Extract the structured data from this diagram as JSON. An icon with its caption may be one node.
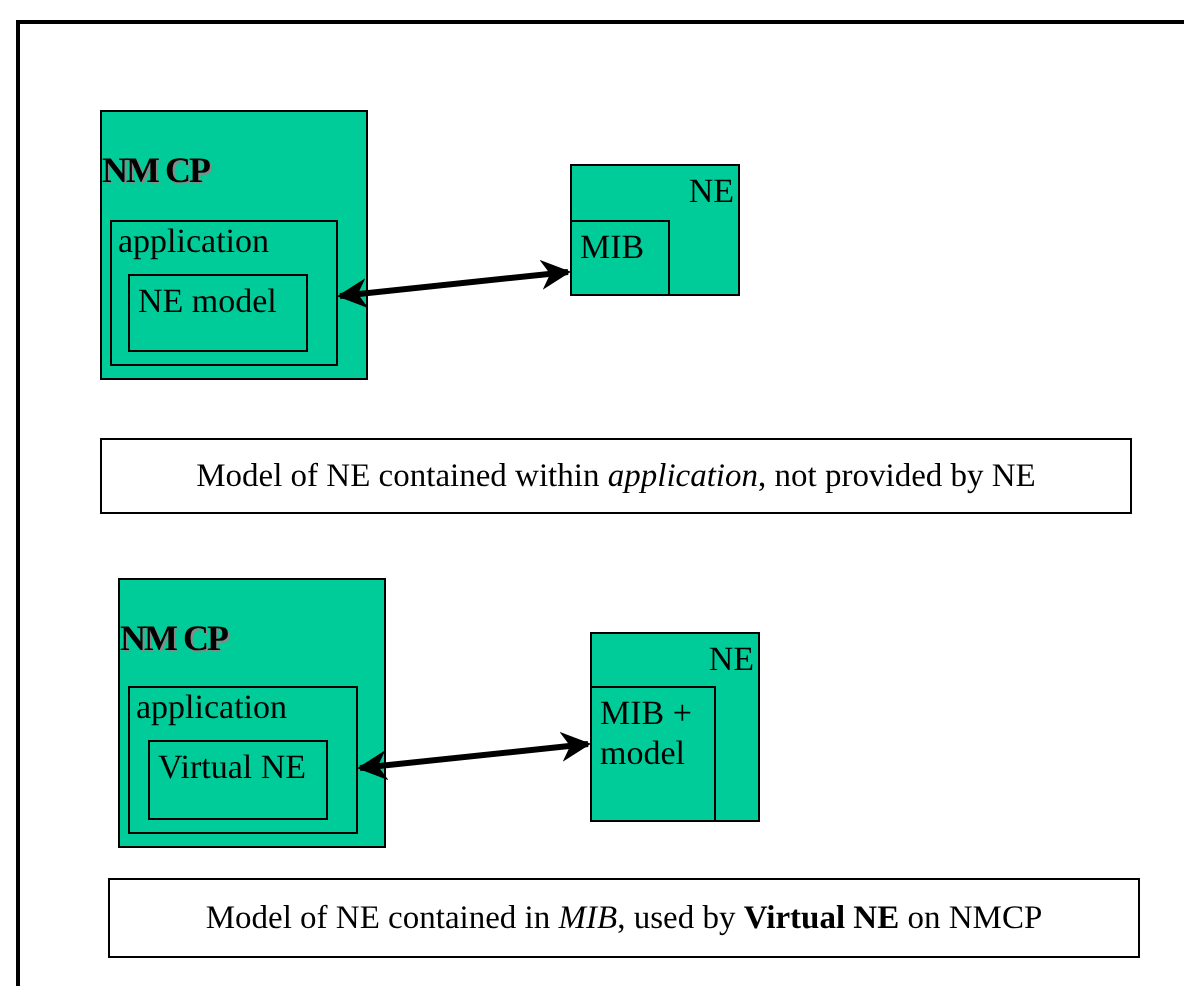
{
  "diagram": {
    "nodes": [
      {
        "text": [
          "NM CP"
        ]
      },
      {
        "text": [
          "application"
        ],
        "in": 0
      },
      {
        "text": [
          "NE model"
        ],
        "in": 1
      },
      {
        "text": [
          "NE"
        ]
      },
      {
        "text": [
          "MIB"
        ],
        "in": 3
      },
      {
        "text": [
          "Model of NE contained within *application*, not provided by NE"
        ]
      },
      {
        "text": [
          "NM CP"
        ]
      },
      {
        "text": [
          "application"
        ],
        "in": 6
      },
      {
        "text": [
          "Virtual NE"
        ],
        "in": 7
      },
      {
        "text": [
          "NE"
        ]
      },
      {
        "text": [
          "MIB + model"
        ],
        "in": 9
      },
      {
        "text": [
          "Model of NE contained in *MIB*, used by **Virtual NE** on NMCP"
        ]
      }
    ],
    "edges": [
      {
        "from": 1,
        "to": 4,
        "arrow": "both"
      },
      {
        "from": 7,
        "to": 10,
        "arrow": "both"
      }
    ]
  }
}
